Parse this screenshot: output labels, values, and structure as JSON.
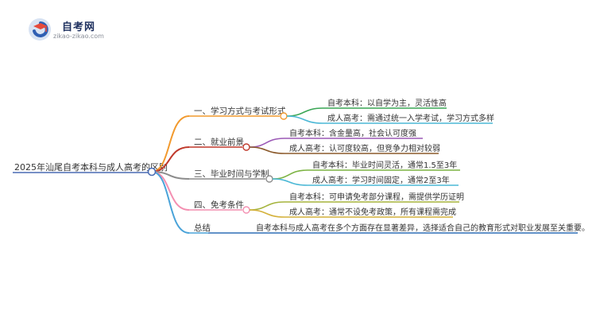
{
  "brand": {
    "name": "自考网",
    "url": "zikao-zikao.com"
  },
  "root": {
    "label": "2025年汕尾自考本科与成人高考的区别",
    "color": "#4a6cb3"
  },
  "branches": [
    {
      "label": "一、学习方式与考试形式",
      "color": "#f29a2e",
      "children": [
        {
          "label": "自考本科：以自学为主，灵活性高",
          "color": "#3aa655"
        },
        {
          "label": "成人高考：需通过统一入学考试，学习方式多样",
          "color": "#4cb8d6"
        }
      ]
    },
    {
      "label": "二、就业前景",
      "color": "#c0392b",
      "children": [
        {
          "label": "自考本科：含金量高，社会认可度强",
          "color": "#9b59b6"
        },
        {
          "label": "成人高考：认可度较高，但竞争力相对较弱",
          "color": "#8b5a2b"
        }
      ]
    },
    {
      "label": "三、毕业时间与学制",
      "color": "#8c8c8c",
      "children": [
        {
          "label": "自考本科：毕业时间灵活，通常1.5至3年",
          "color": "#7cb342"
        },
        {
          "label": "成人高考：学习时间固定，通常2至3年",
          "color": "#4cb8d6"
        }
      ]
    },
    {
      "label": "四、免考条件",
      "color": "#f48fb1",
      "children": [
        {
          "label": "自考本科：可申请免考部分课程，需提供学历证明",
          "color": "#a5b43c"
        },
        {
          "label": "成人高考：通常不设免考政策，所有课程需完成",
          "color": "#d4b13a"
        }
      ]
    },
    {
      "label": "总结",
      "color": "#4aa3d9",
      "children": [
        {
          "label": "自考本科与成人高考在多个方面存在显著差异，选择适合自己的教育形式对职业发展至关重要。",
          "color": "#2f6fb5"
        }
      ]
    }
  ]
}
